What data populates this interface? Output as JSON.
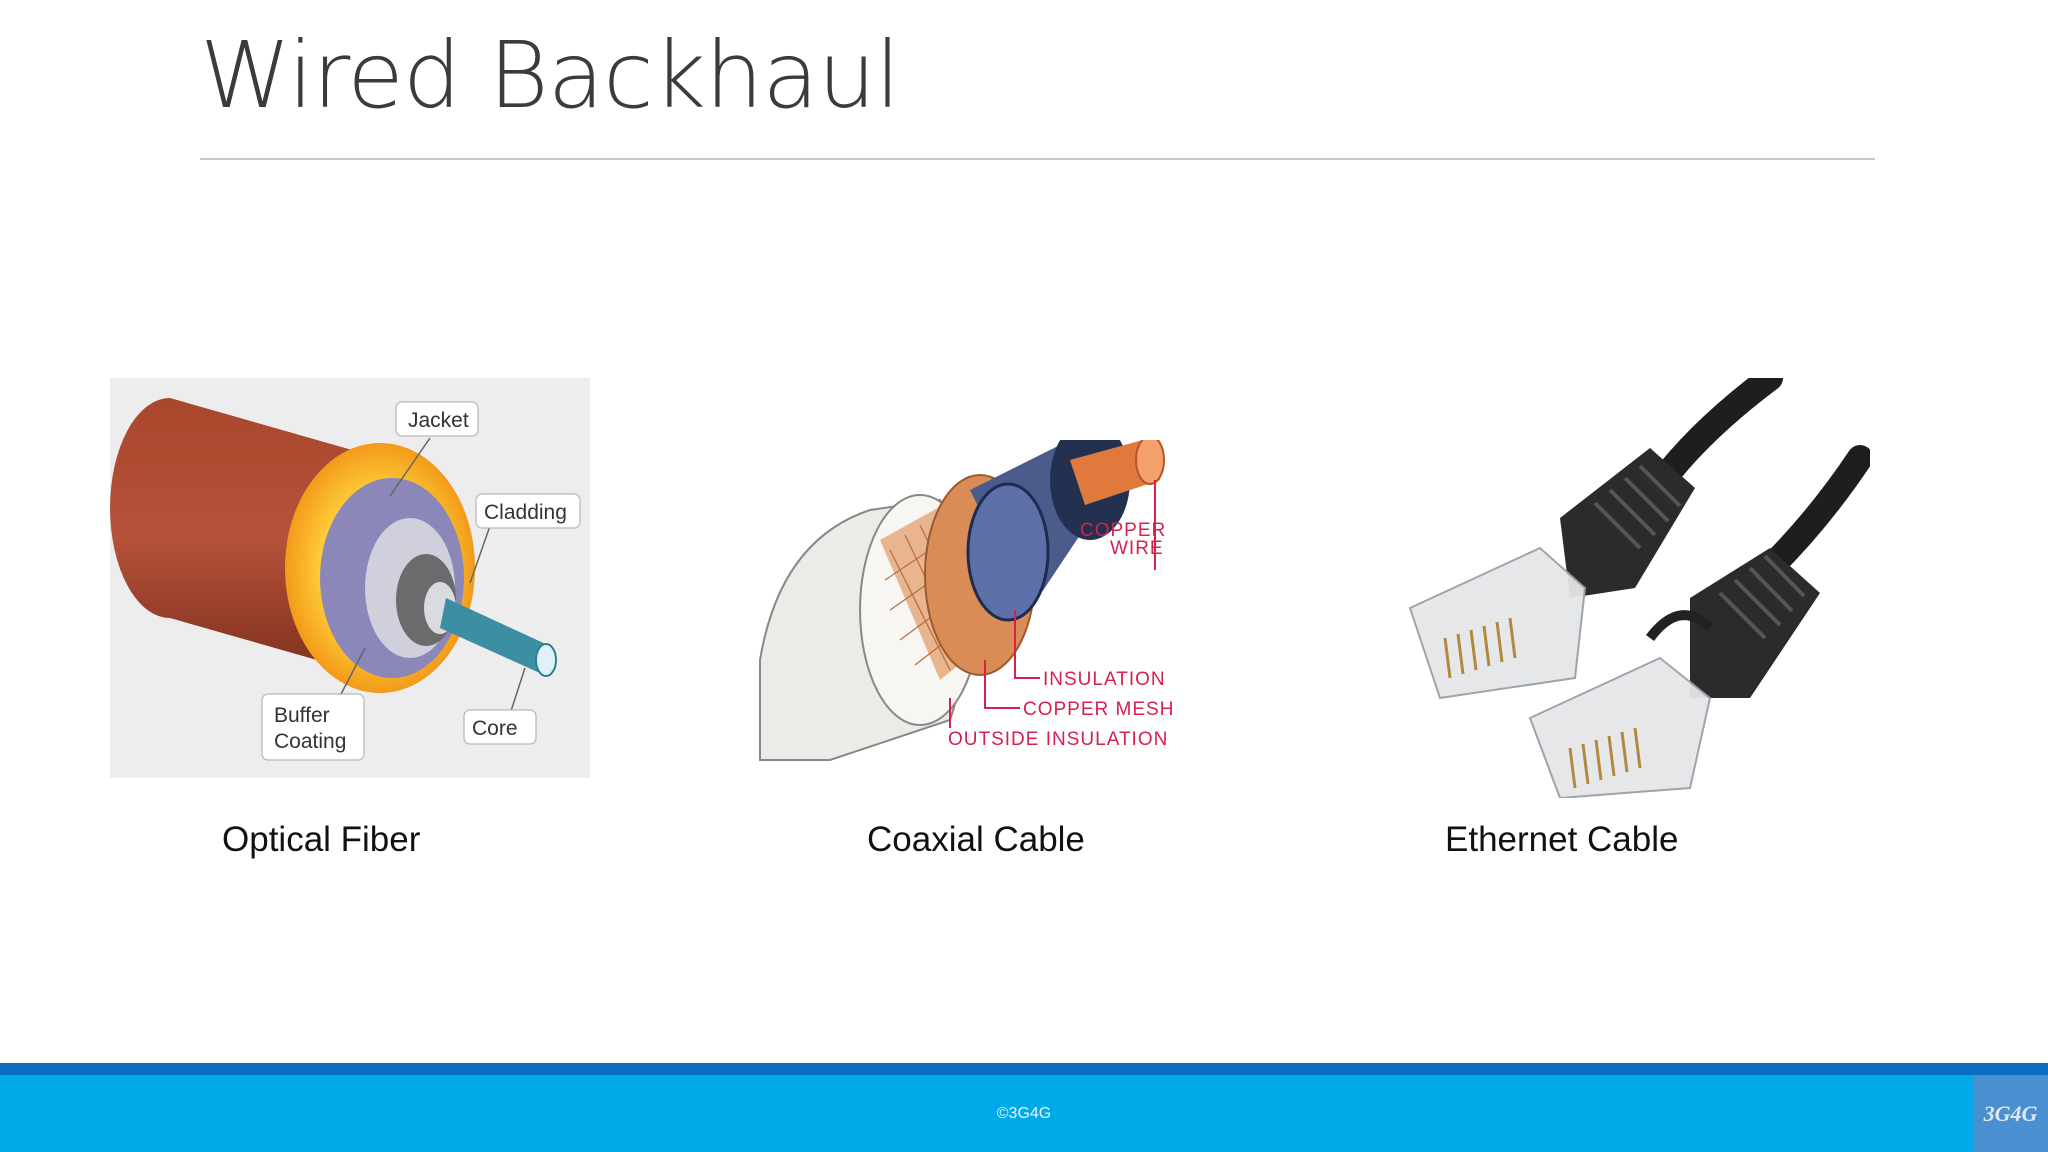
{
  "slide": {
    "title": "Wired Backhaul"
  },
  "figures": {
    "fiber": {
      "caption": "Optical Fiber",
      "labels": {
        "jacket": "Jacket",
        "cladding": "Cladding",
        "buffer_line1": "Buffer",
        "buffer_line2": "Coating",
        "core": "Core"
      }
    },
    "coax": {
      "caption": "Coaxial Cable",
      "labels": {
        "copper_wire_line1": "COPPER",
        "copper_wire_line2": "WIRE",
        "insulation": "INSULATION",
        "copper_mesh": "COPPER MESH",
        "outside_insulation": "OUTSIDE INSULATION"
      }
    },
    "ethernet": {
      "caption": "Ethernet Cable"
    }
  },
  "footer": {
    "copyright": "©3G4G",
    "logo": "3G4G"
  },
  "colors": {
    "footer_bar": "#00a9e8",
    "footer_accent": "#0a6dc2",
    "coax_label": "#d6204e"
  }
}
